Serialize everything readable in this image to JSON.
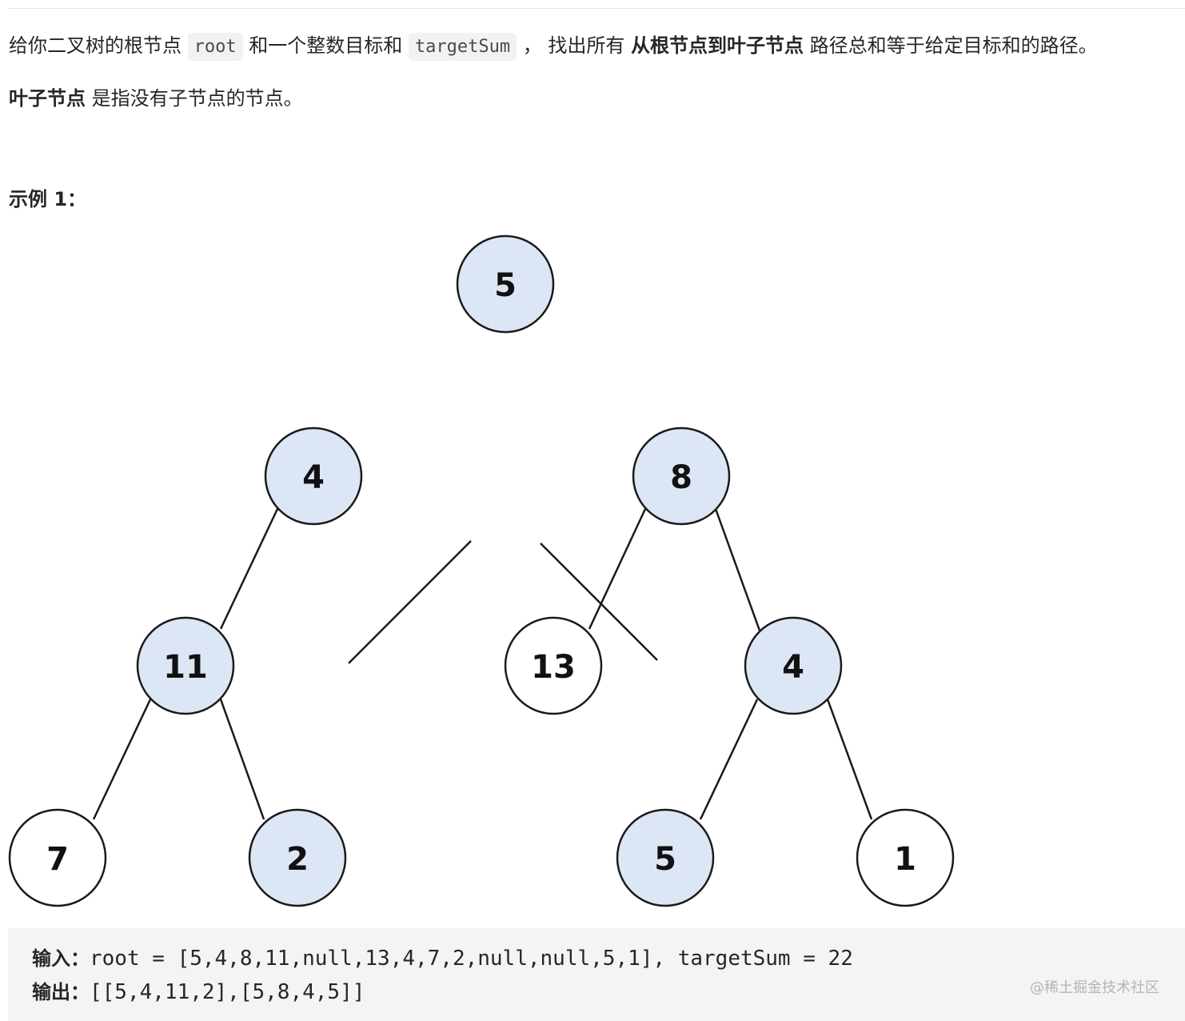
{
  "description": {
    "line1": {
      "part1": "给你二叉树的根节点 ",
      "code_root": "root",
      "part2": " 和一个整数目标和 ",
      "code_target": "targetSum",
      "part3": " ， 找出所有 ",
      "bold": "从根节点到叶子节点",
      "part4": " 路径总和等于给定目标和的路径。"
    },
    "line2": {
      "bold": "叶子节点",
      "rest": " 是指没有子节点的节点。"
    }
  },
  "example_heading": "示例 1：",
  "tree": {
    "highlight_color": "#dce6f5",
    "plain_color": "#ffffff",
    "nodes": [
      {
        "id": "root-5",
        "value": "5",
        "highlighted": true
      },
      {
        "id": "node-4",
        "value": "4",
        "highlighted": true
      },
      {
        "id": "node-8",
        "value": "8",
        "highlighted": true
      },
      {
        "id": "node-11",
        "value": "11",
        "highlighted": true
      },
      {
        "id": "node-13",
        "value": "13",
        "highlighted": false
      },
      {
        "id": "node-4b",
        "value": "4",
        "highlighted": true
      },
      {
        "id": "node-7",
        "value": "7",
        "highlighted": false
      },
      {
        "id": "node-2",
        "value": "2",
        "highlighted": true
      },
      {
        "id": "node-5b",
        "value": "5",
        "highlighted": true
      },
      {
        "id": "node-1",
        "value": "1",
        "highlighted": false
      }
    ]
  },
  "example": {
    "input_label": "输入：",
    "input_value": "root = [5,4,8,11,null,13,4,7,2,null,null,5,1], targetSum = 22",
    "output_label": "输出：",
    "output_value": "[[5,4,11,2],[5,8,4,5]]"
  },
  "watermark": "@稀土掘金技术社区"
}
